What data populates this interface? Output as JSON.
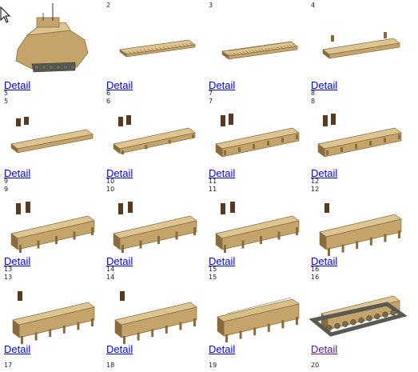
{
  "link_label": "Detail",
  "colors": {
    "link": "#0000ee",
    "link_visited": "#551a8b",
    "tan": "#c4a46a",
    "tan_dark": "#8a6c3c",
    "tan_light": "#dcc592",
    "tread": "#5a5a52"
  },
  "steps": [
    {
      "num": "",
      "label": "Detail",
      "visited": false,
      "kind": "tank"
    },
    {
      "num": "2",
      "label": "Detail",
      "visited": false,
      "kind": "plate"
    },
    {
      "num": "3",
      "label": "Detail",
      "visited": false,
      "kind": "plate2"
    },
    {
      "num": "4",
      "label": "Detail",
      "visited": false,
      "kind": "tray"
    },
    {
      "num": "5",
      "label": "Detail",
      "visited": false,
      "kind": "tray2"
    },
    {
      "num": "6",
      "label": "Detail",
      "visited": false,
      "kind": "tray3"
    },
    {
      "num": "7",
      "label": "Detail",
      "visited": false,
      "kind": "hull1"
    },
    {
      "num": "8",
      "label": "Detail",
      "visited": false,
      "kind": "hull2"
    },
    {
      "num": "9",
      "label": "Detail",
      "visited": false,
      "kind": "hull3"
    },
    {
      "num": "10",
      "label": "Detail",
      "visited": false,
      "kind": "hull3"
    },
    {
      "num": "11",
      "label": "Detail",
      "visited": false,
      "kind": "hull4"
    },
    {
      "num": "12",
      "label": "Detail",
      "visited": false,
      "kind": "hull5"
    },
    {
      "num": "13",
      "label": "Detail",
      "visited": false,
      "kind": "hull6"
    },
    {
      "num": "14",
      "label": "Detail",
      "visited": false,
      "kind": "hull6"
    },
    {
      "num": "15",
      "label": "Detail",
      "visited": false,
      "kind": "hull7"
    },
    {
      "num": "16",
      "label": "Detail",
      "visited": true,
      "kind": "tracks"
    }
  ],
  "trailing_numbers": [
    "17",
    "18",
    "19",
    "20"
  ]
}
